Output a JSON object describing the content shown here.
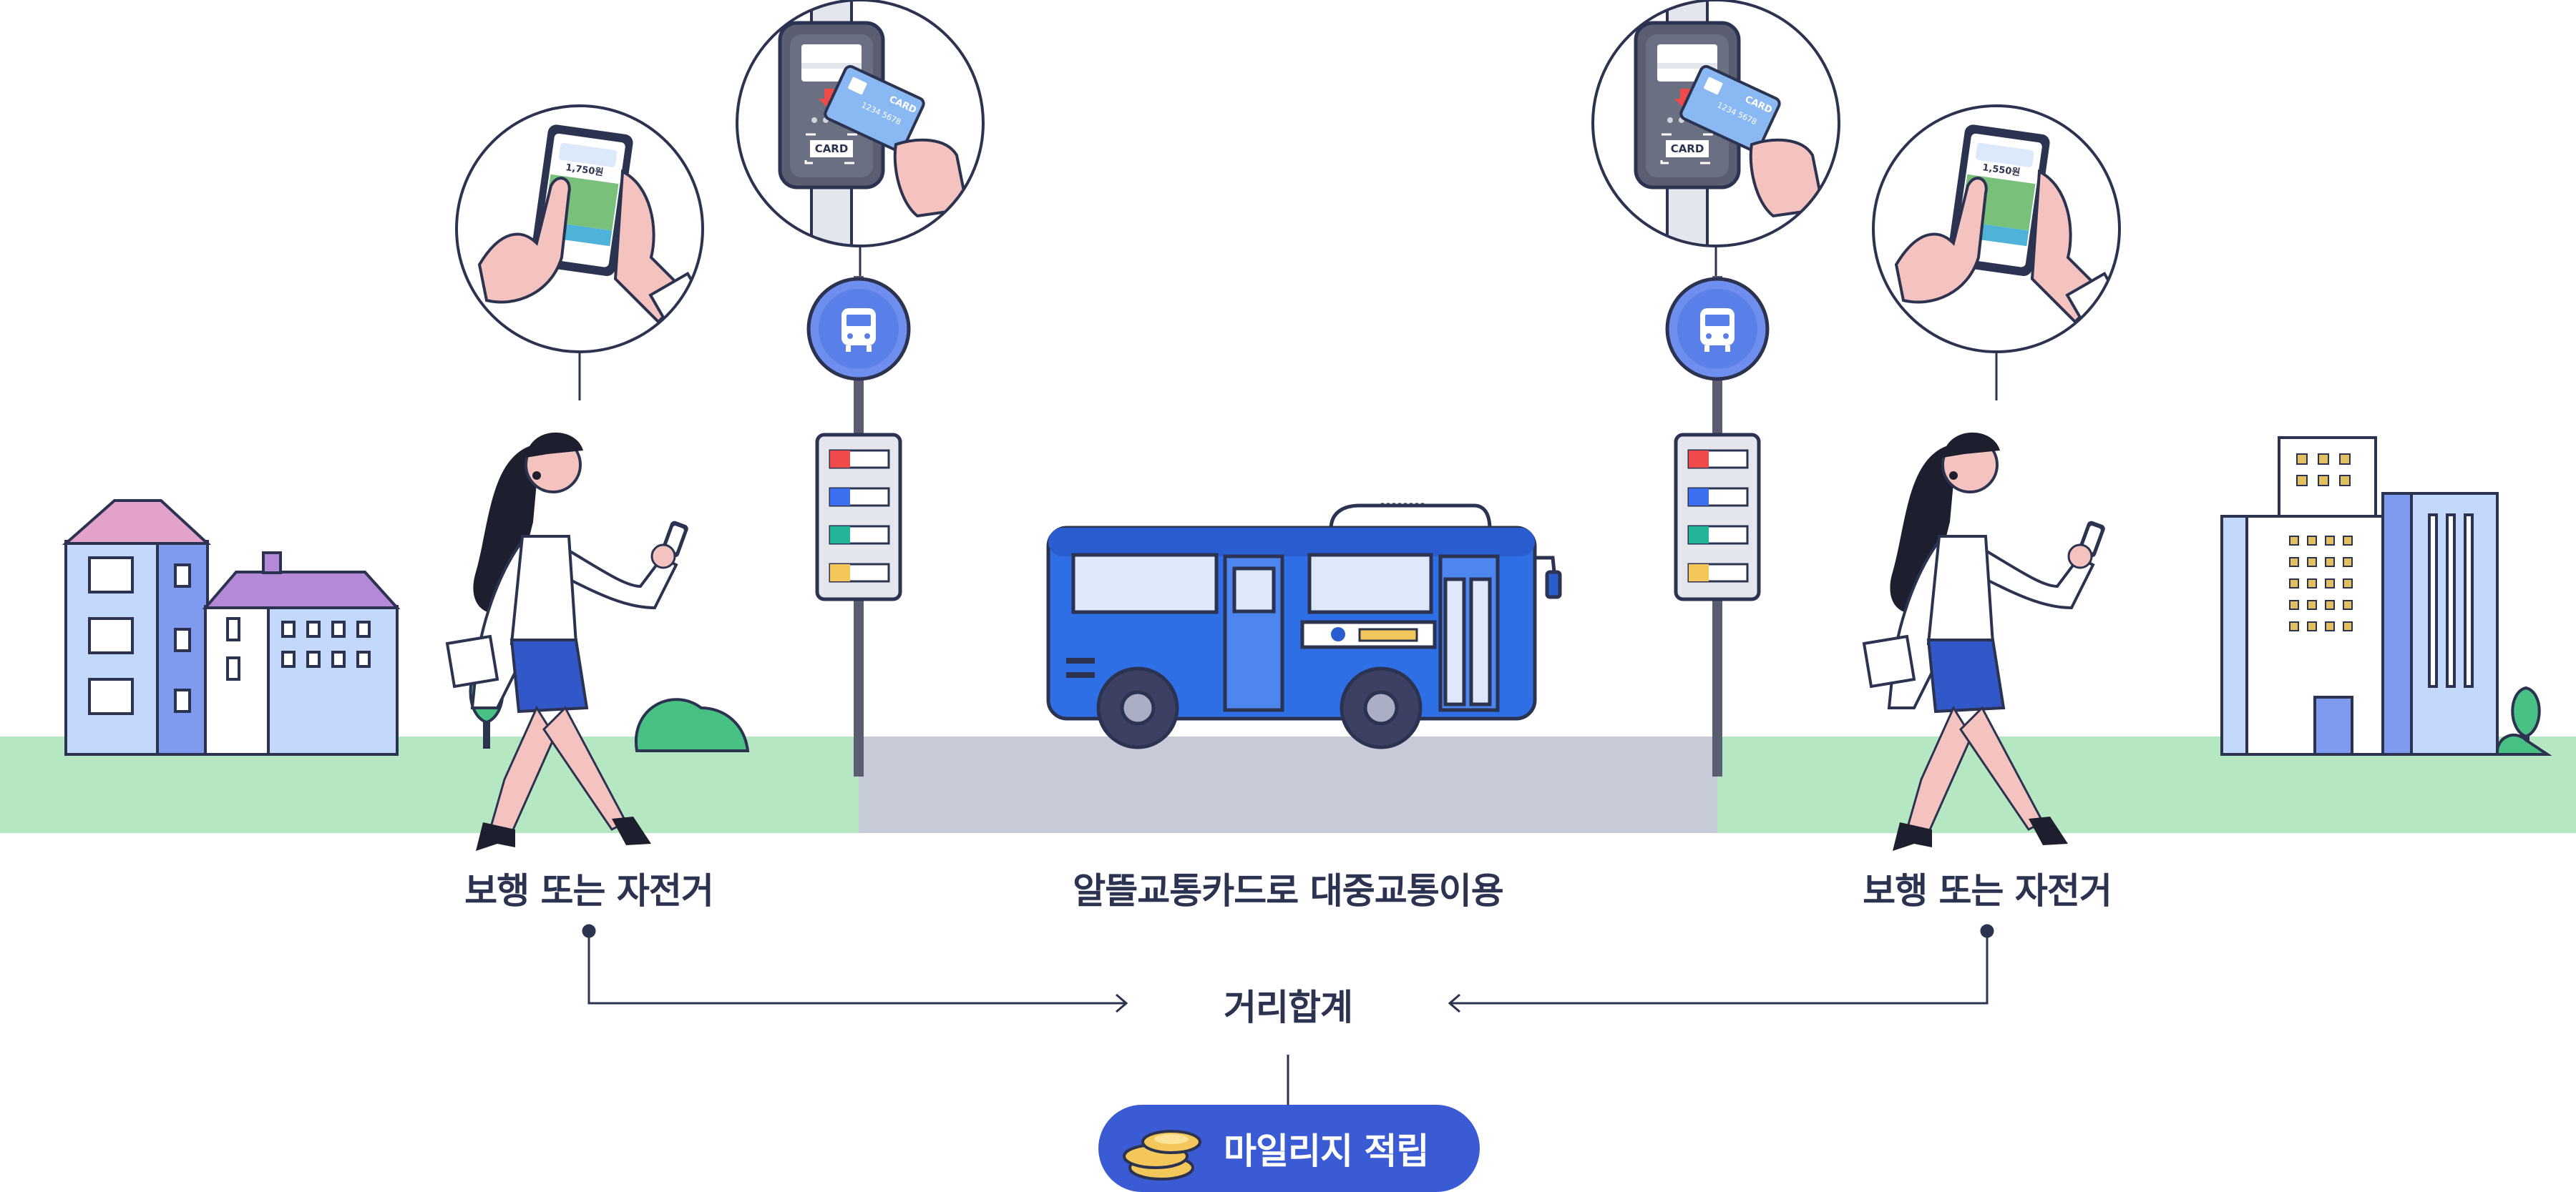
{
  "labels": {
    "left_mode": "보행 또는 자전거",
    "center_mode": "알뜰교통카드로 대중교통이용",
    "right_mode": "보행 또는 자전거",
    "distance_total": "거리합계",
    "mileage_button": "마일리지 적립"
  },
  "card_reader": {
    "reader_label": "CARD",
    "card_brand": "CARD",
    "card_number": "1234 5678"
  },
  "phone_app": {
    "left_amount": "1,750원",
    "right_amount": "1,550원"
  },
  "colors": {
    "accent_blue": "#3a5bd3",
    "text_dark": "#2c3350",
    "grass": "#b5e8c2",
    "road": "#c7cbd8",
    "bus_blue": "#2e6fe6",
    "card_blue": "#8ab8f2"
  },
  "icons": [
    "bus-stop-icon",
    "coins-icon",
    "arrow-right-icon",
    "arrow-left-icon"
  ]
}
